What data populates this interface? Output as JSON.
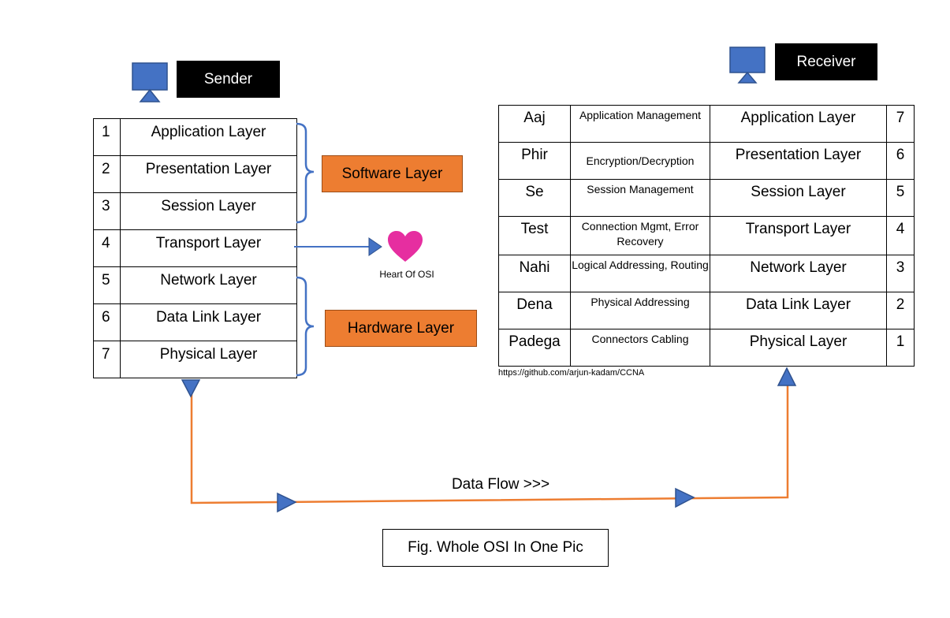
{
  "sender": {
    "title": "Sender",
    "icon": "monitor-icon",
    "layers": [
      {
        "num": "1",
        "name": "Application Layer"
      },
      {
        "num": "2",
        "name": "Presentation Layer"
      },
      {
        "num": "3",
        "name": "Session Layer"
      },
      {
        "num": "4",
        "name": "Transport Layer"
      },
      {
        "num": "5",
        "name": "Network Layer"
      },
      {
        "num": "6",
        "name": "Data Link Layer"
      },
      {
        "num": "7",
        "name": "Physical Layer"
      }
    ],
    "software_label": "Software Layer",
    "hardware_label": "Hardware Layer",
    "heart_label": "Heart Of OSI"
  },
  "receiver": {
    "title": "Receiver",
    "icon": "monitor-icon",
    "rows": [
      {
        "mnemonic": "Aaj",
        "desc": "Application Management",
        "name": "Application Layer",
        "num": "7"
      },
      {
        "mnemonic": "Phir",
        "desc": "Encryption/Decryption",
        "name": "Presentation Layer",
        "num": "6"
      },
      {
        "mnemonic": "Se",
        "desc": "Session Management",
        "name": "Session Layer",
        "num": "5"
      },
      {
        "mnemonic": "Test",
        "desc": "Connection Mgmt, Error Recovery",
        "name": "Transport Layer",
        "num": "4"
      },
      {
        "mnemonic": "Nahi",
        "desc": "Logical Addressing, Routing",
        "name": "Network Layer",
        "num": "3"
      },
      {
        "mnemonic": "Dena",
        "desc": "Physical Addressing",
        "name": "Data Link Layer",
        "num": "2"
      },
      {
        "mnemonic": "Padega",
        "desc": "Connectors Cabling",
        "name": "Physical Layer",
        "num": "1"
      }
    ],
    "source_url": "https://github.com/arjun-kadam/CCNA"
  },
  "flow_label": "Data Flow >>>",
  "caption": "Fig. Whole OSI In One Pic",
  "colors": {
    "monitor": "#4472c4",
    "accent_orange": "#ed7d31",
    "heart": "#e62ea0",
    "bracket": "#4472c4"
  }
}
